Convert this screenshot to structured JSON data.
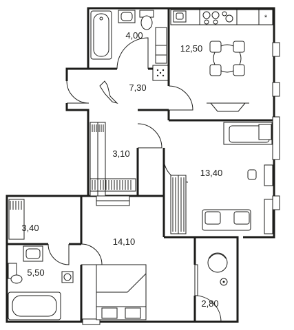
{
  "plan": {
    "rooms": [
      {
        "id": "bathroom-top",
        "area": "4,00"
      },
      {
        "id": "kitchen",
        "area": "12,50"
      },
      {
        "id": "hallway",
        "area": "7,30"
      },
      {
        "id": "wardrobe-hall",
        "area": "3,10"
      },
      {
        "id": "living-room",
        "area": "13,40"
      },
      {
        "id": "wardrobe-left",
        "area": "3,40"
      },
      {
        "id": "bedroom",
        "area": "14,10"
      },
      {
        "id": "bathroom-bottom",
        "area": "5,50"
      },
      {
        "id": "balcony",
        "area": "2,80"
      }
    ],
    "colors": {
      "line": "#1d1d1b",
      "background": "#ffffff"
    }
  }
}
